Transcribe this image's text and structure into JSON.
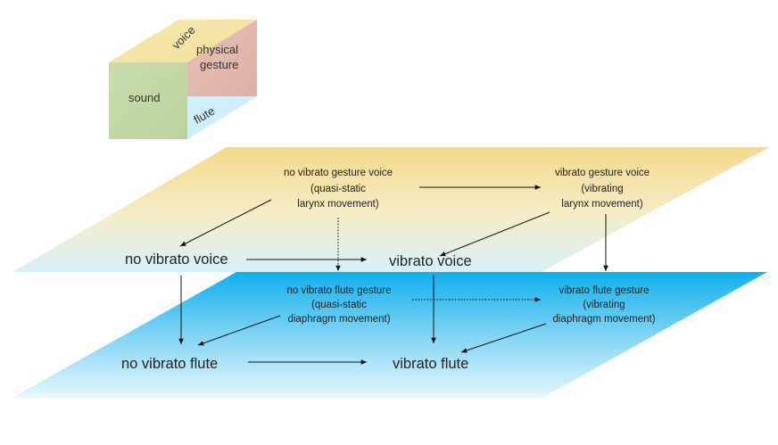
{
  "cube": {
    "voice": "voice",
    "physical_gesture": [
      "physical",
      "gesture"
    ],
    "sound": "sound",
    "flute": "flute"
  },
  "voice_plane": {
    "no_vibrato_gesture": [
      "no vibrato gesture voice",
      "(quasi-static",
      "larynx movement)"
    ],
    "vibrato_gesture": [
      "vibrato gesture voice",
      "(vibrating",
      "larynx movement)"
    ],
    "no_vibrato_sound": "no vibrato voice",
    "vibrato_sound": "vibrato voice"
  },
  "flute_plane": {
    "no_vibrato_gesture": [
      "no vibrato flute gesture",
      "(quasi-static",
      "diaphragm movement)"
    ],
    "vibrato_gesture": [
      "vibrato flute gesture",
      "(vibrating",
      "diaphragm movement)"
    ],
    "no_vibrato_sound": "no vibrato flute",
    "vibrato_sound": "vibrato flute"
  },
  "colors": {
    "voice_plane_top": "#f5dc8e",
    "flute_plane_top": "#1ab3ee",
    "cube_sound_face": "#c5d9a8",
    "cube_gesture_face": "#e3b7ad",
    "cube_voice_face": "#f6e7a8",
    "cube_flute_face": "#d3f0fb"
  }
}
